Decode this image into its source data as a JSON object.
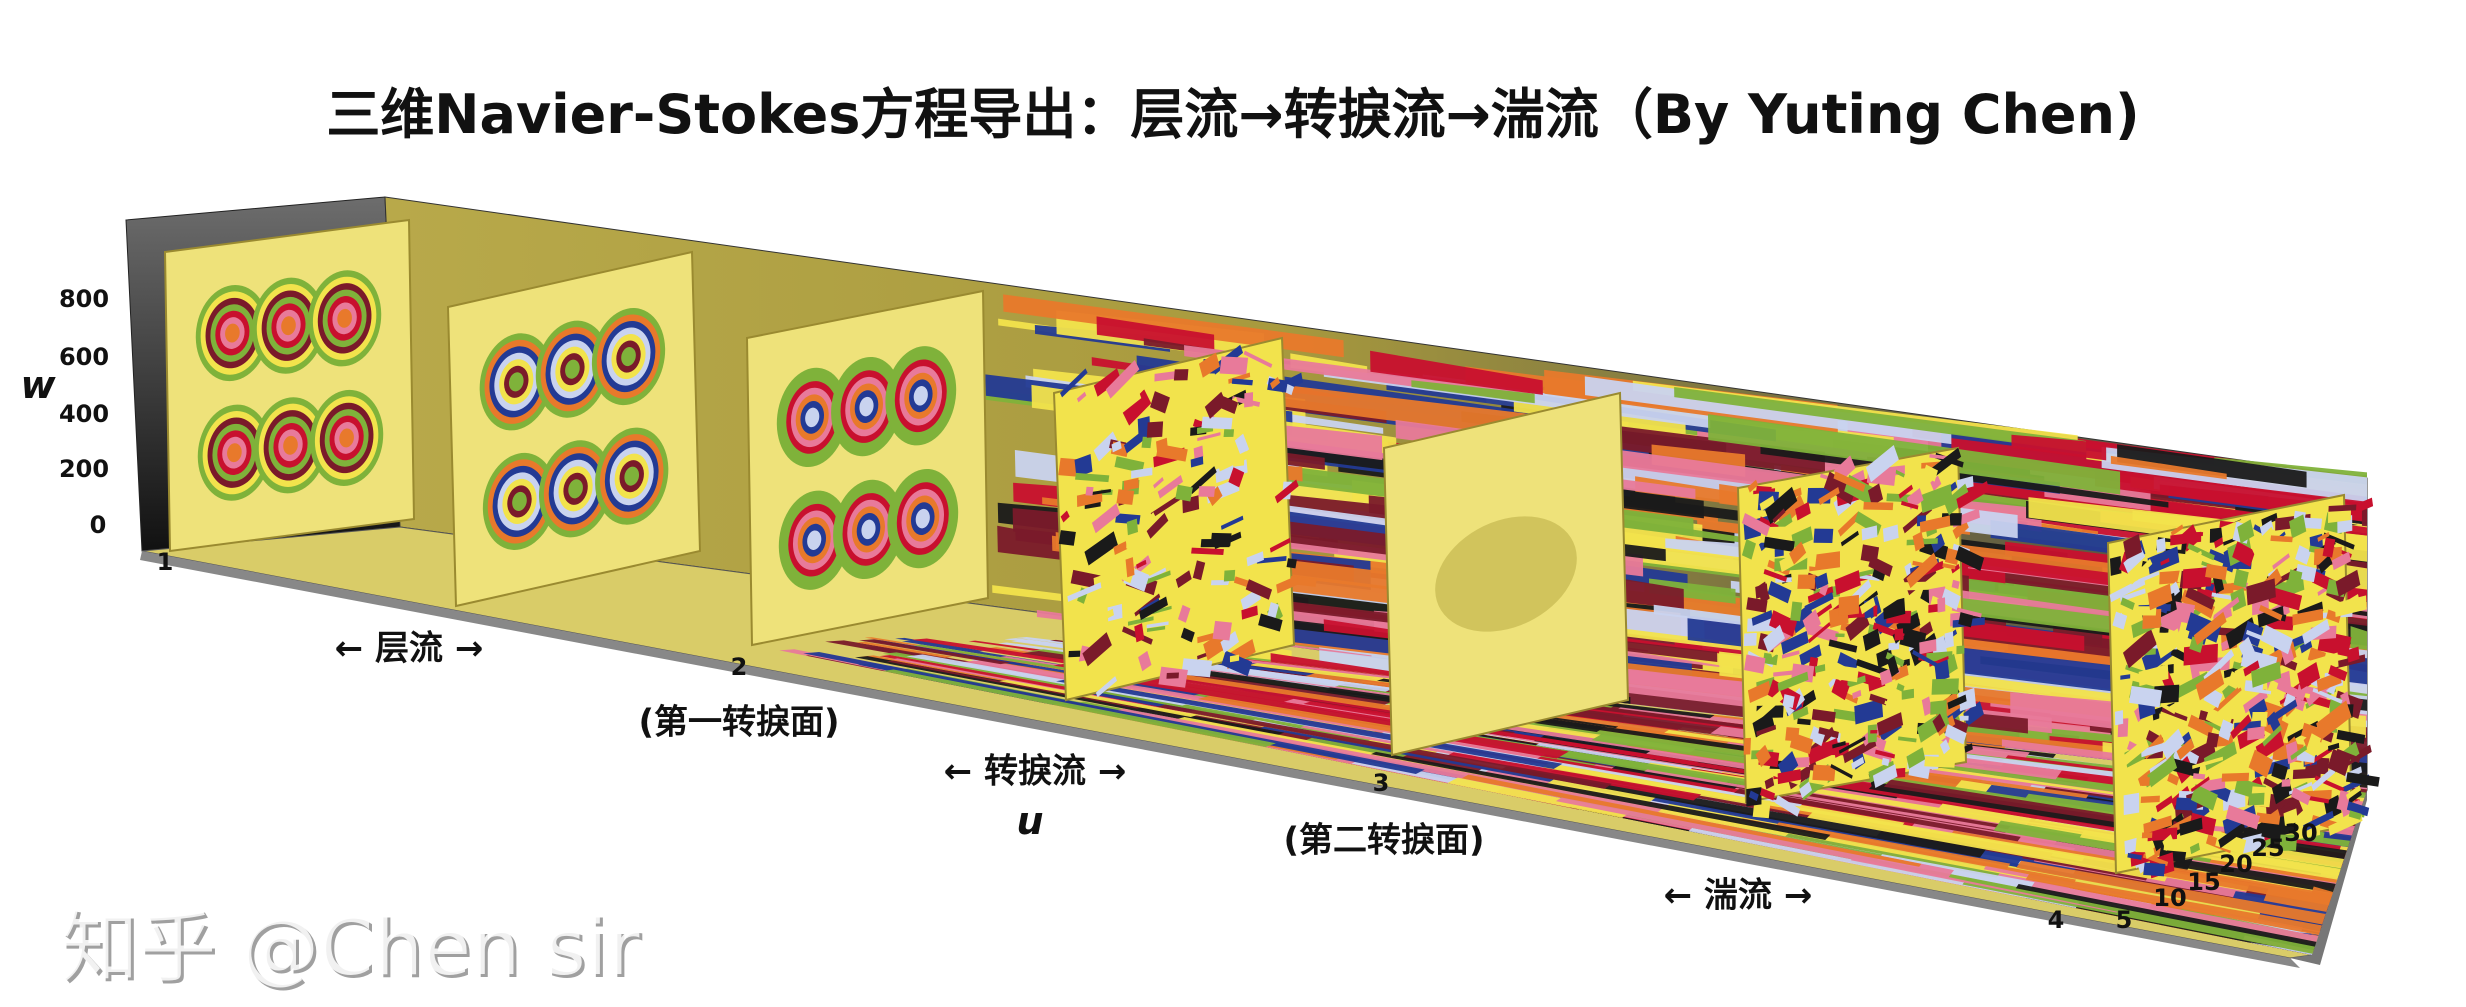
{
  "title": "三维Navier-Stokes方程导出：层流→转捩流→湍流（By Yuting Chen)",
  "axes": {
    "w_label": "w",
    "w_ticks": [
      "800",
      "600",
      "400",
      "200",
      "0"
    ],
    "u_label": "u",
    "u_ticks": [
      "1",
      "2",
      "3",
      "4"
    ],
    "v_ticks": [
      "5",
      "10",
      "15",
      "20",
      "25",
      "30"
    ]
  },
  "regions": {
    "laminar": "← 层流 →",
    "first_transition_plane": "(第一转捩面)",
    "transitional": "← 转捩流 →",
    "second_transition_plane": "(第二转捩面)",
    "turbulent": "← 湍流 →"
  },
  "watermark": "知乎 @Chen sir",
  "colors": {
    "panel_yellow": "#eee27a",
    "wall_dark": "#2a2a2a",
    "palette": [
      "#233a94",
      "#c8102e",
      "#f2e34c",
      "#e8792b",
      "#7fb23a",
      "#c9d3ef",
      "#e87a9a",
      "#7a1a2a",
      "#1a1a1a"
    ]
  }
}
